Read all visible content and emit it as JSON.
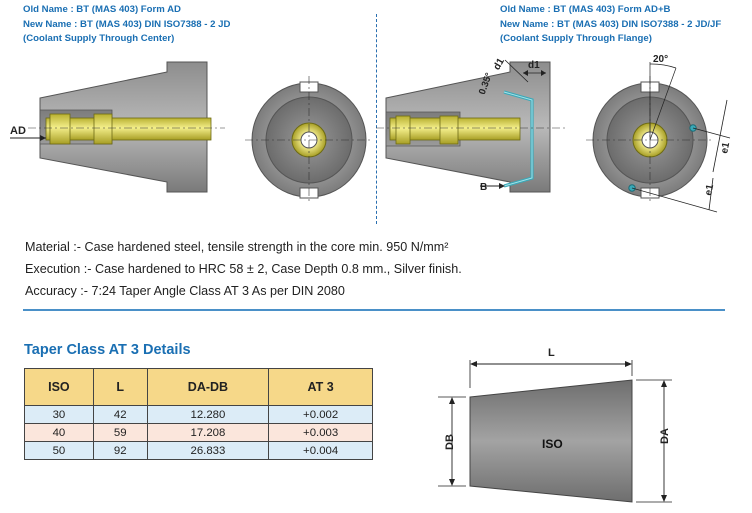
{
  "header_left": {
    "old_name": "Old Name : BT (MAS 403) Form AD",
    "new_name": "New Name : BT (MAS 403) DIN ISO7388 - 2 JD",
    "supply": "(Coolant Supply Through Center)"
  },
  "header_right": {
    "old_name": "Old Name : BT (MAS 403) Form AD+B",
    "new_name": "New Name : BT (MAS 403) DIN ISO7388 - 2 JD/JF",
    "supply": "(Coolant Supply Through Flange)"
  },
  "drawing_labels": {
    "ad": "AD",
    "b": "B",
    "d1_a": "d1",
    "d1_b": "d1",
    "angle_035": "0.35°",
    "angle_20": "20°",
    "e1_a": "e1",
    "e1_b": "e1"
  },
  "specs": {
    "material": "Material  :- Case hardened steel, tensile strength in the core min. 950 N/mm²",
    "execution": "Execution :- Case hardened to HRC 58 ± 2, Case Depth 0.8 mm., Silver finish.",
    "accuracy": "Accuracy :- 7:24 Taper Angle Class AT 3 As per DIN 2080"
  },
  "taper_section": {
    "title": "Taper Class AT 3 Details",
    "headers": [
      "ISO",
      "L",
      "DA-DB",
      "AT 3"
    ],
    "rows": [
      [
        "30",
        "42",
        "12.280",
        "+0.002"
      ],
      [
        "40",
        "59",
        "17.208",
        "+0.003"
      ],
      [
        "50",
        "92",
        "26.833",
        "+0.004"
      ]
    ]
  },
  "taper_diagram": {
    "l_label": "L",
    "db_label": "DB",
    "da_label": "DA",
    "iso_label": "ISO"
  }
}
